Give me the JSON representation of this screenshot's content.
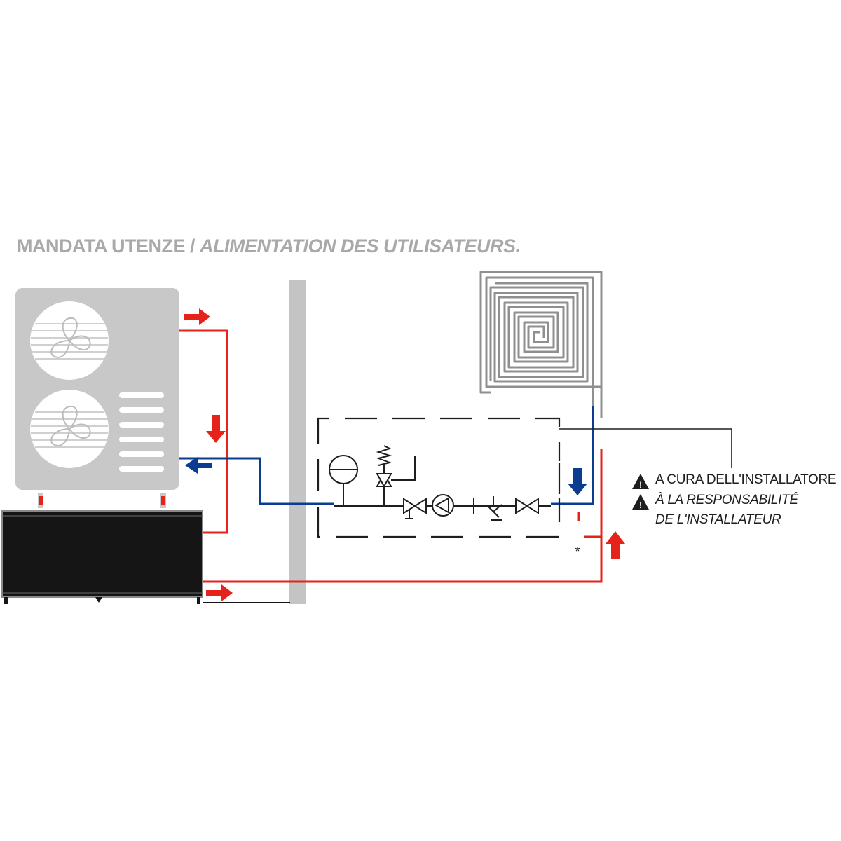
{
  "title": {
    "italian": "MANDATA UTENZE /",
    "french": "ALIMENTATION DES UTILISATEURS."
  },
  "notes": {
    "line1": "A CURA DELL'INSTALLATORE",
    "line2": "À LA RESPONSABILITÉ",
    "line3": "DE L'INSTALLATEUR"
  },
  "marker": "*",
  "icons": [
    "warning-icon",
    "fan-icon",
    "pump-icon",
    "valve-icon",
    "expansion-vessel-icon",
    "safety-valve-icon",
    "strainer-icon",
    "underfloor-coil-icon"
  ],
  "colors": {
    "supply": "#e5231b",
    "return": "#0a3d91",
    "unit": "#c8c8c8",
    "tank": "#151515",
    "wall": "#c4c4c4",
    "title": "#a9a9a9"
  }
}
